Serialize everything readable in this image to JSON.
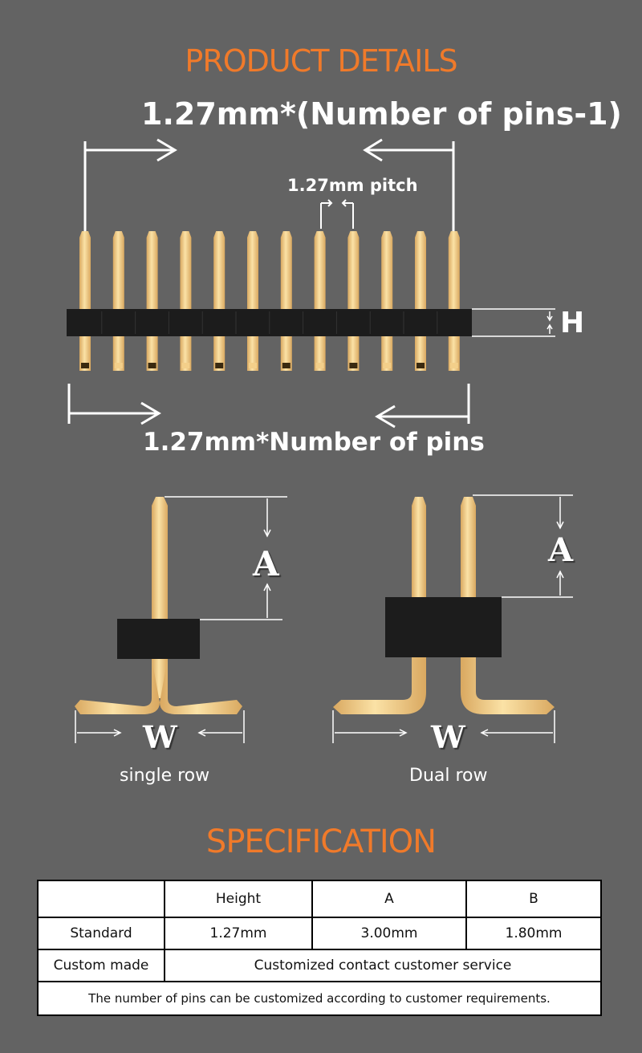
{
  "product_heading": "PRODUCT DETAILS",
  "top_formula": "1.27mm*(Number of pins-1)",
  "pitch_label": "1.27mm pitch",
  "height_letter": "H",
  "bottom_formula": "1.27mm*Number of pins",
  "single": {
    "a_letter": "A",
    "w_letter": "W",
    "caption": "single row"
  },
  "dual": {
    "a_letter": "A",
    "w_letter": "W",
    "caption": "Dual row"
  },
  "spec_heading": "SPECIFICATION",
  "table": {
    "headers": [
      "",
      "Height",
      "A",
      "B"
    ],
    "standard": [
      "Standard",
      "1.27mm",
      "3.00mm",
      "1.80mm"
    ],
    "custom_label": "Custom made",
    "custom_value": "Customized contact customer service",
    "note": "The number of pins can be customized according to customer  requirements."
  },
  "colors": {
    "background": "#636363",
    "accent": "#f07a2a",
    "pin_gold": "#f3cf8a",
    "housing": "#1c1c1c"
  }
}
